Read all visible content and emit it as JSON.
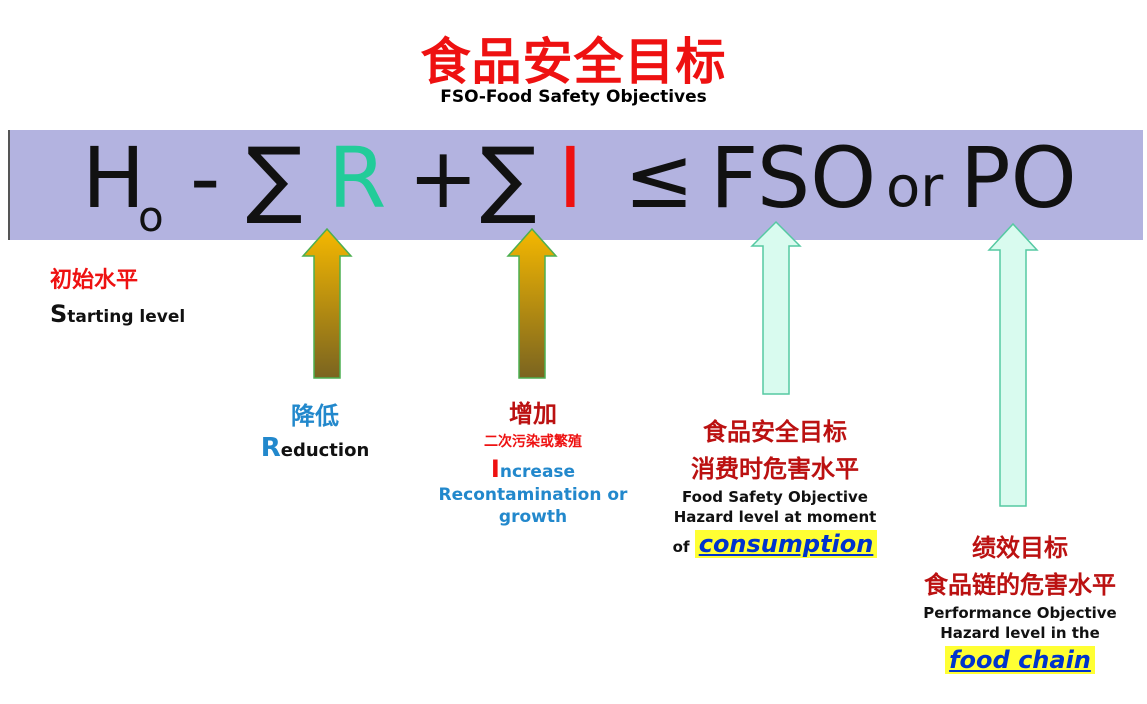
{
  "title": "食品安全目标",
  "subtitle": "FSO-Food Safety Objectives",
  "formula": {
    "h": "H",
    "h_sub": "o",
    "minus": "-",
    "sigma1": "∑",
    "r": "R",
    "plus": "+",
    "sigma2": "∑",
    "i": "I",
    "leq": "≤",
    "fso": "FSO",
    "or": "or",
    "po": "PO"
  },
  "labels": {
    "start_cn": "初始水平",
    "start_initial": "S",
    "start_rest": "tarting level",
    "reduction_cn": "降低",
    "reduction_initial": "R",
    "reduction_rest": "eduction",
    "increase_cn": "增加",
    "increase_cn_sub": "二次污染或繁殖",
    "increase_initial": "I",
    "increase_rest": "ncrease",
    "increase_en_line1": "Recontamination or",
    "increase_en_line2": "growth",
    "fso_cn1": "食品安全目标",
    "fso_cn2": "消费时危害水平",
    "fso_en1": "Food Safety  Objective",
    "fso_en2": "Hazard level at moment",
    "fso_en3_prefix": "of",
    "fso_en3_hl": "consumption",
    "po_cn1": "绩效目标",
    "po_cn2": "食品链的危害水平",
    "po_en1": "Performance  Objective",
    "po_en2": "Hazard level in the",
    "po_en3_hl": "food  chain"
  },
  "colors": {
    "band": "#b3b3e0",
    "title_red": "#ee1111",
    "r_green": "#22cc99",
    "i_red": "#ee1111",
    "blue": "#2288cc",
    "highlight": "#ffff33",
    "arrow_gold_top": "#f5b800",
    "arrow_gold_bottom": "#7a6420",
    "arrow_mint": "#d9fbef"
  }
}
